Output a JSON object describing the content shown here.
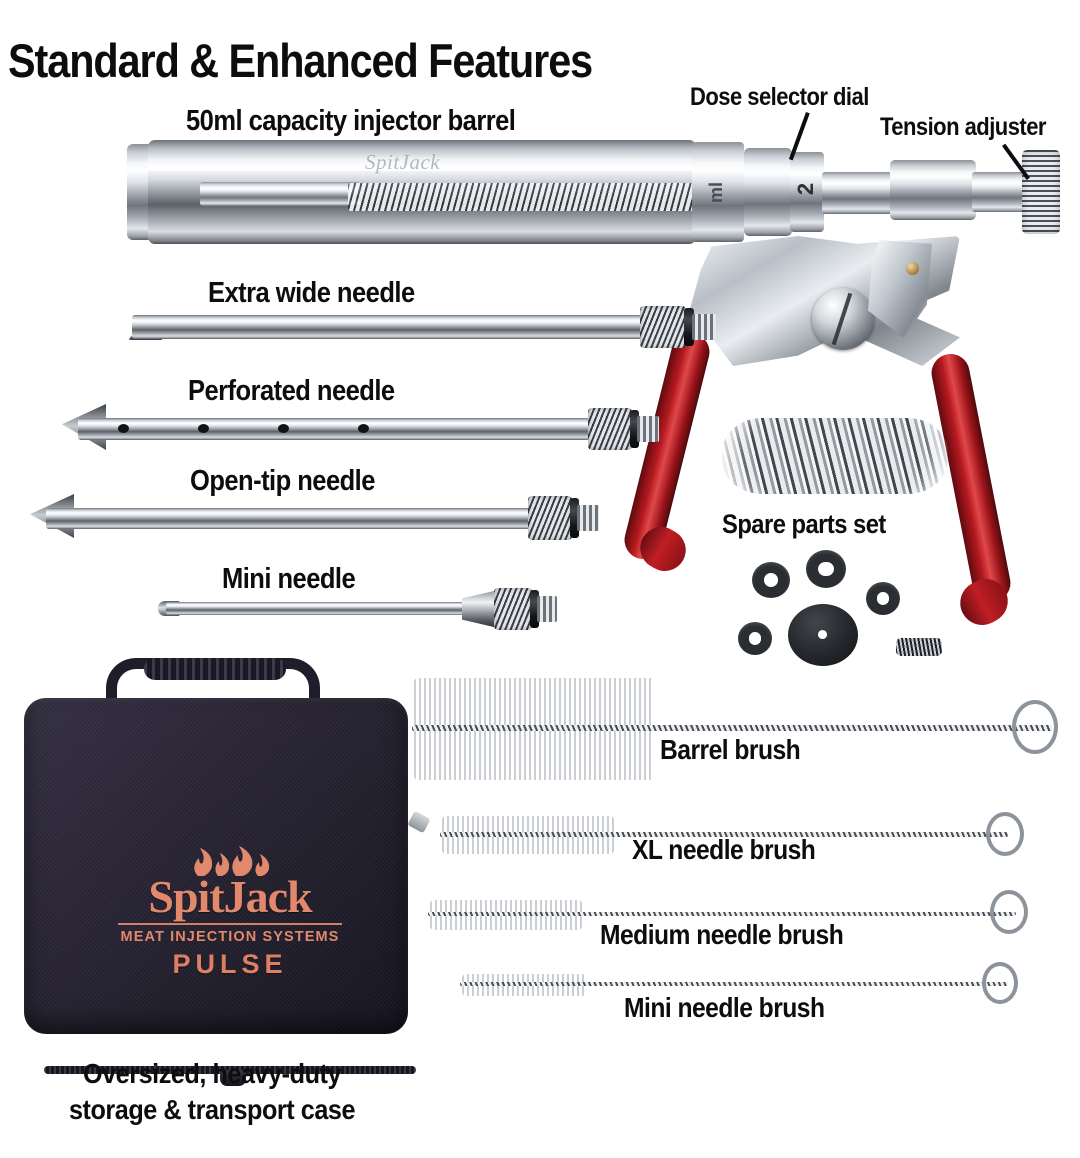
{
  "page": {
    "title": "Standard & Enhanced Features",
    "background_color": "#ffffff"
  },
  "colors": {
    "text": "#0d0d0d",
    "handle_red": "#b4191f",
    "brand_salmon": "#e1886d",
    "case_navy": "#272333",
    "chrome_light": "#f2f4f7",
    "chrome_dark": "#5a5f65"
  },
  "injector": {
    "barrel_engraving": "SpitJack",
    "dial_unit_mark": "ml",
    "dial_number": "2",
    "callouts": [
      {
        "id": "barrel",
        "label": "50ml capacity injector barrel"
      },
      {
        "id": "dose",
        "label": "Dose selector dial"
      },
      {
        "id": "tension",
        "label": "Tension adjuster"
      }
    ]
  },
  "needles": [
    {
      "id": "extra-wide",
      "label": "Extra wide needle"
    },
    {
      "id": "perforated",
      "label": "Perforated needle"
    },
    {
      "id": "open-tip",
      "label": "Open-tip needle"
    },
    {
      "id": "mini",
      "label": "Mini needle"
    }
  ],
  "spare_parts": {
    "label": "Spare parts set",
    "items": [
      "o-ring",
      "o-ring",
      "o-ring",
      "o-ring",
      "plunger-seal-disc",
      "spring"
    ]
  },
  "brushes": [
    {
      "id": "barrel-brush",
      "label": "Barrel brush"
    },
    {
      "id": "xl-needle-brush",
      "label": "XL needle brush"
    },
    {
      "id": "medium-needle-brush",
      "label": "Medium needle brush"
    },
    {
      "id": "mini-needle-brush",
      "label": "Mini needle brush"
    }
  ],
  "storage_case": {
    "caption_line1": "Oversized, heavy-duty",
    "caption_line2": "storage & transport case",
    "logo": {
      "wordmark": "SpitJack",
      "tagline": "MEAT INJECTION SYSTEMS",
      "product_line": "PULSE"
    }
  }
}
